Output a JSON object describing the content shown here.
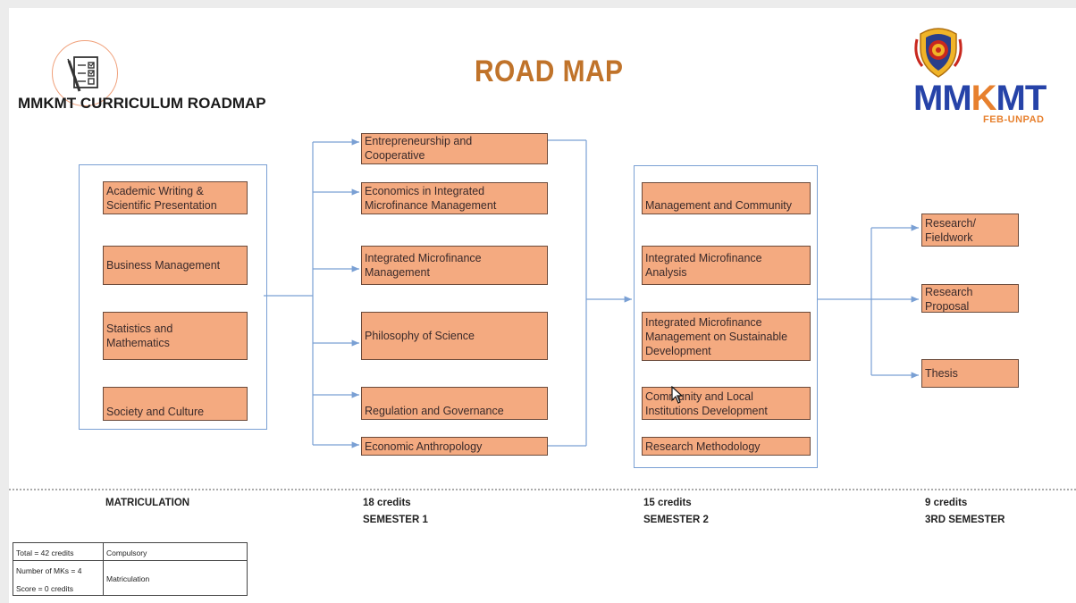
{
  "header": {
    "title": "ROAD MAP",
    "subtitle": "MMKMT CURRICULUM ROADMAP",
    "logo_main": "MM",
    "logo_k": "K",
    "logo_end": "MT",
    "logo_sub": "FEB-UNPAD"
  },
  "icons": {
    "checklist": "checklist-icon",
    "emblem": "university-emblem-icon",
    "cursor": "mouse-cursor-icon"
  },
  "colors": {
    "box_fill": "#f4aa80",
    "connector": "#7aa0d4",
    "title": "#c0732a",
    "logo_blue": "#2643a8",
    "logo_orange": "#e7802e"
  },
  "matriculation": [
    "Academic Writing &\nScientific Presentation",
    "Business Management",
    "Statistics and\nMathematics",
    "Society and Culture"
  ],
  "semester1": [
    "Entrepreneurship and\nCooperative",
    "Economics in Integrated\nMicrofinance Management",
    "Integrated Microfinance\nManagement",
    "Philosophy of Science",
    "Regulation and Governance",
    "Economic Anthropology"
  ],
  "semester2": [
    "Management and Community",
    "Integrated Microfinance\nAnalysis",
    " Integrated Microfinance\nManagement on Sustainable\nDevelopment",
    " Community and Local\nInstitutions Development",
    "Research Methodology"
  ],
  "semester3": [
    "Research/\nFieldwork",
    "Research\nProposal",
    "Thesis"
  ],
  "columns": {
    "matriculation": {
      "label": "MATRICULATION"
    },
    "semester1": {
      "credits": "18 credits",
      "label": "SEMESTER 1"
    },
    "semester2": {
      "credits": "15 credits",
      "label": "SEMESTER 2"
    },
    "semester3": {
      "credits": "9 credits",
      "label": "3RD SEMESTER"
    }
  },
  "legend": {
    "total": "Total = 42 credits",
    "number": "Number of MKs = 4",
    "score": "Score = 0 credits",
    "compulsory": "Compulsory",
    "matriculation": "Matriculation"
  }
}
